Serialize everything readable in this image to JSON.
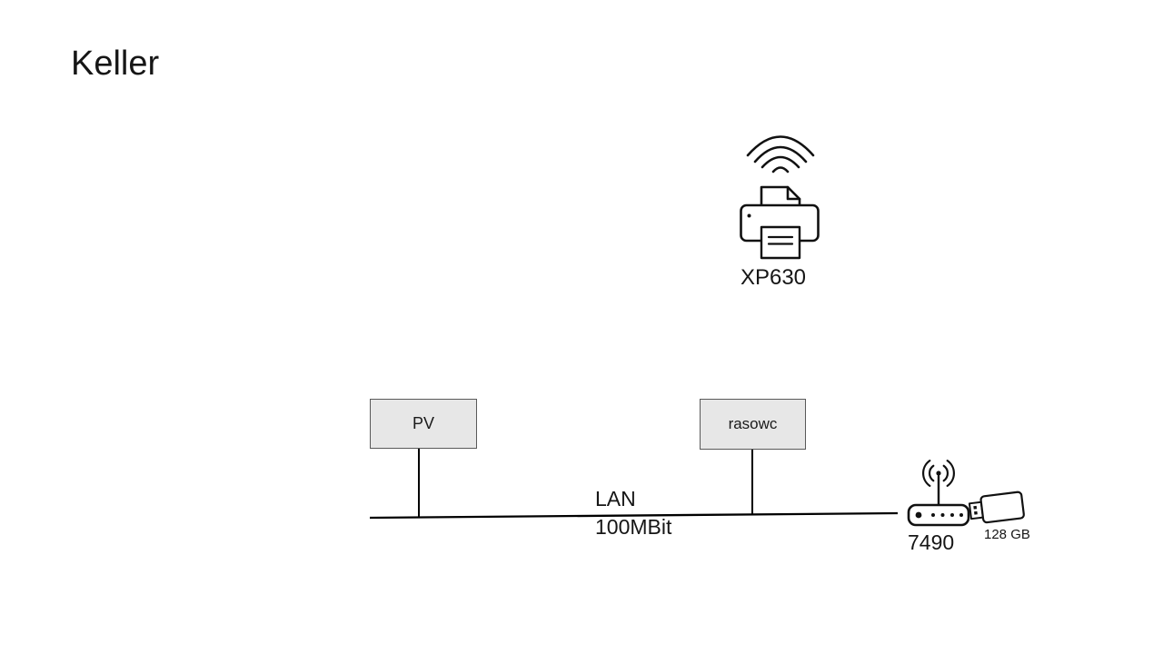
{
  "title": "Keller",
  "printer": {
    "label": "XP630",
    "icon": "wireless-printer-icon"
  },
  "devices": {
    "pv": {
      "label": "PV"
    },
    "rasowc": {
      "label": "rasowc"
    }
  },
  "lan": {
    "name": "LAN",
    "speed": "100MBit"
  },
  "router": {
    "label": "7490",
    "icon": "wifi-router-icon"
  },
  "usb": {
    "label": "128 GB",
    "icon": "usb-stick-icon"
  },
  "icons": {
    "wifi": "wifi-signal-icon"
  },
  "colors": {
    "background": "#ffffff",
    "box_fill": "#e7e7e7",
    "box_border": "#595959",
    "line": "#000000",
    "text": "#1a1a1a"
  }
}
